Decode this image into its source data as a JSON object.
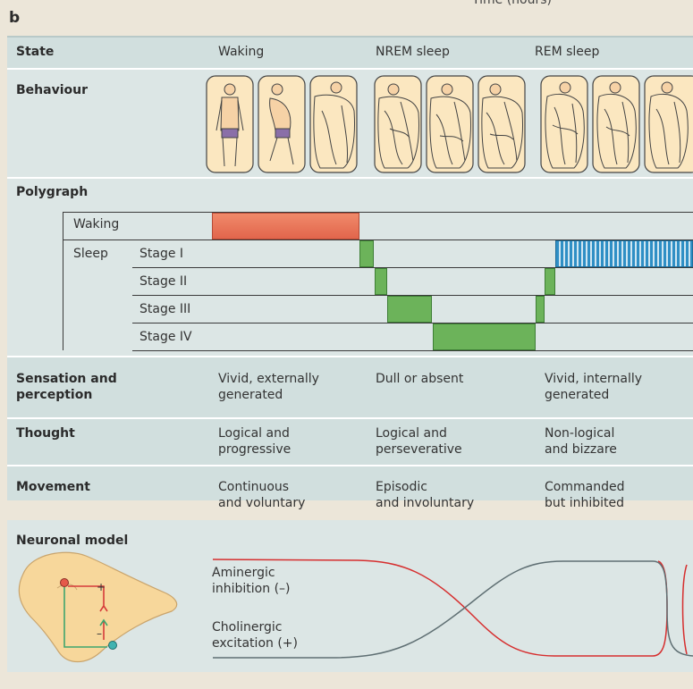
{
  "top_label": "Time (hours)",
  "panel_letter": "b",
  "state": {
    "heading": "State",
    "columns": [
      "Waking",
      "NREM sleep",
      "REM sleep"
    ]
  },
  "behaviour": {
    "heading": "Behaviour"
  },
  "polygraph": {
    "heading": "Polygraph",
    "waking_label": "Waking",
    "sleep_label": "Sleep",
    "stages": [
      "Stage I",
      "Stage II",
      "Stage III",
      "Stage IV"
    ]
  },
  "sensation": {
    "heading_line1": "Sensation and",
    "heading_line2": "perception",
    "waking": [
      "Vivid, externally",
      "generated"
    ],
    "nrem": [
      "Dull or absent",
      ""
    ],
    "rem": [
      "Vivid, internally",
      "generated"
    ]
  },
  "thought": {
    "heading": "Thought",
    "waking": [
      "Logical and",
      "progressive"
    ],
    "nrem": [
      "Logical and",
      "perseverative"
    ],
    "rem": [
      "Non-logical",
      "and bizzare"
    ]
  },
  "movement": {
    "heading": "Movement",
    "waking": [
      "Continuous",
      "and voluntary"
    ],
    "nrem": [
      "Episodic",
      "and involuntary"
    ],
    "rem": [
      "Commanded",
      "but inhibited"
    ]
  },
  "neuronal_model": {
    "heading": "Neuronal model",
    "aminergic": [
      "Aminergic",
      "inhibition (–)"
    ],
    "cholinergic": [
      "Cholinergic",
      "excitation (+)"
    ],
    "plus_sign": "+",
    "minus_sign": "–"
  },
  "colors": {
    "waking_bar": "#e9755a",
    "sleep_bar": "#6cb35a",
    "rem_bar": "#3a9ecf",
    "aminergic_curve": "#d62e2e",
    "cholinergic_curve": "#5f6f73",
    "brain": "#f7d79b"
  }
}
